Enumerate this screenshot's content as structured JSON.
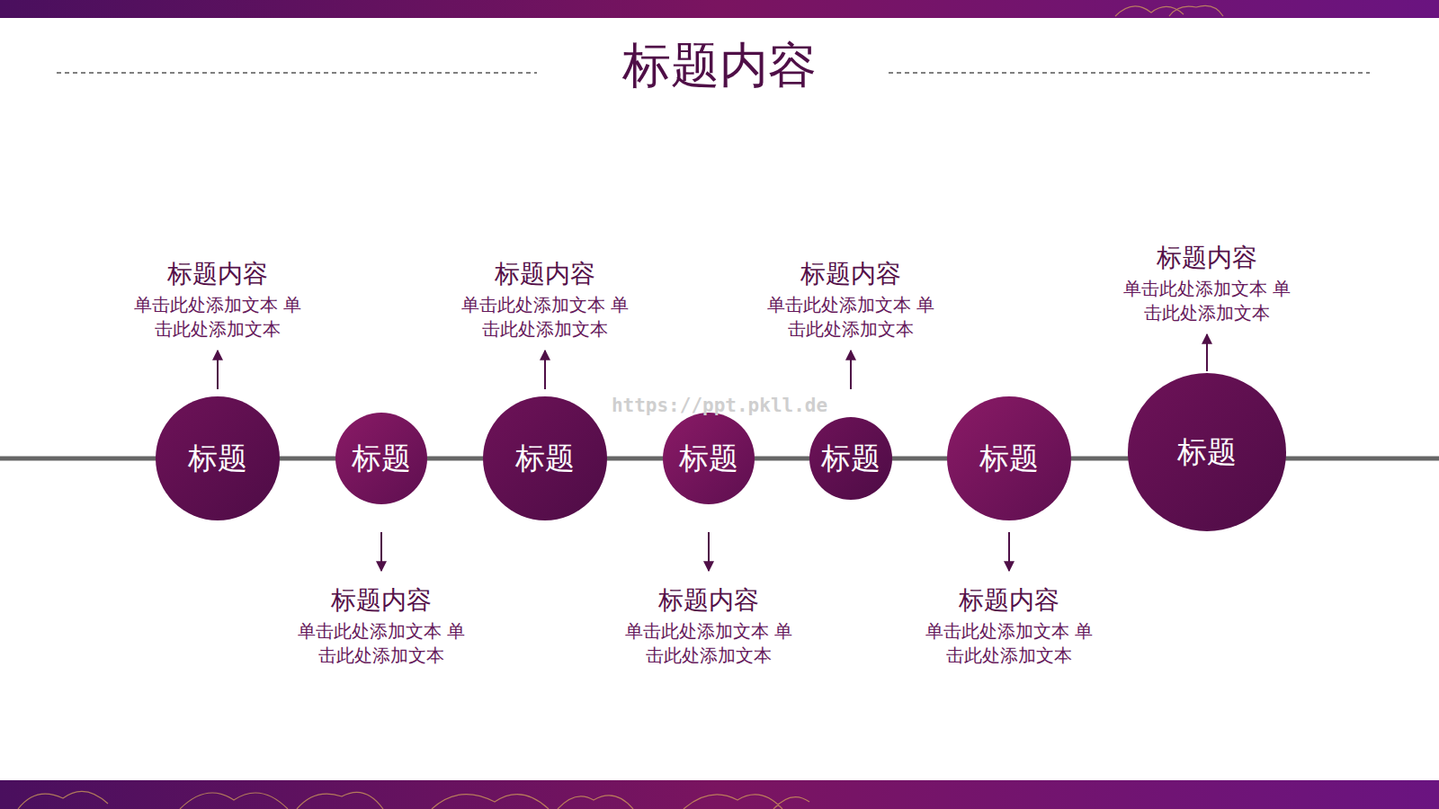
{
  "diagram": {
    "title": "标题内容",
    "nodes": [
      {
        "text": [
          "标题",
          "标题内容",
          "单击此处添加文本 单击此处添加文本"
        ]
      },
      {
        "text": [
          "标题",
          "标题内容",
          "单击此处添加文本 单击此处添加文本"
        ]
      },
      {
        "text": [
          "标题",
          "标题内容",
          "单击此处添加文本 单击此处添加文本"
        ]
      },
      {
        "text": [
          "标题",
          "标题内容",
          "单击此处添加文本 单击此处添加文本"
        ]
      },
      {
        "text": [
          "标题",
          "标题内容",
          "单击此处添加文本 单击此处添加文本"
        ]
      },
      {
        "text": [
          "标题",
          "标题内容",
          "单击此处添加文本 单击此处添加文本"
        ]
      },
      {
        "text": [
          "标题",
          "标题内容",
          "单击此处添加文本 单击此处添加文本"
        ]
      }
    ],
    "labels": [
      "https://ppt.pkll.de"
    ]
  }
}
